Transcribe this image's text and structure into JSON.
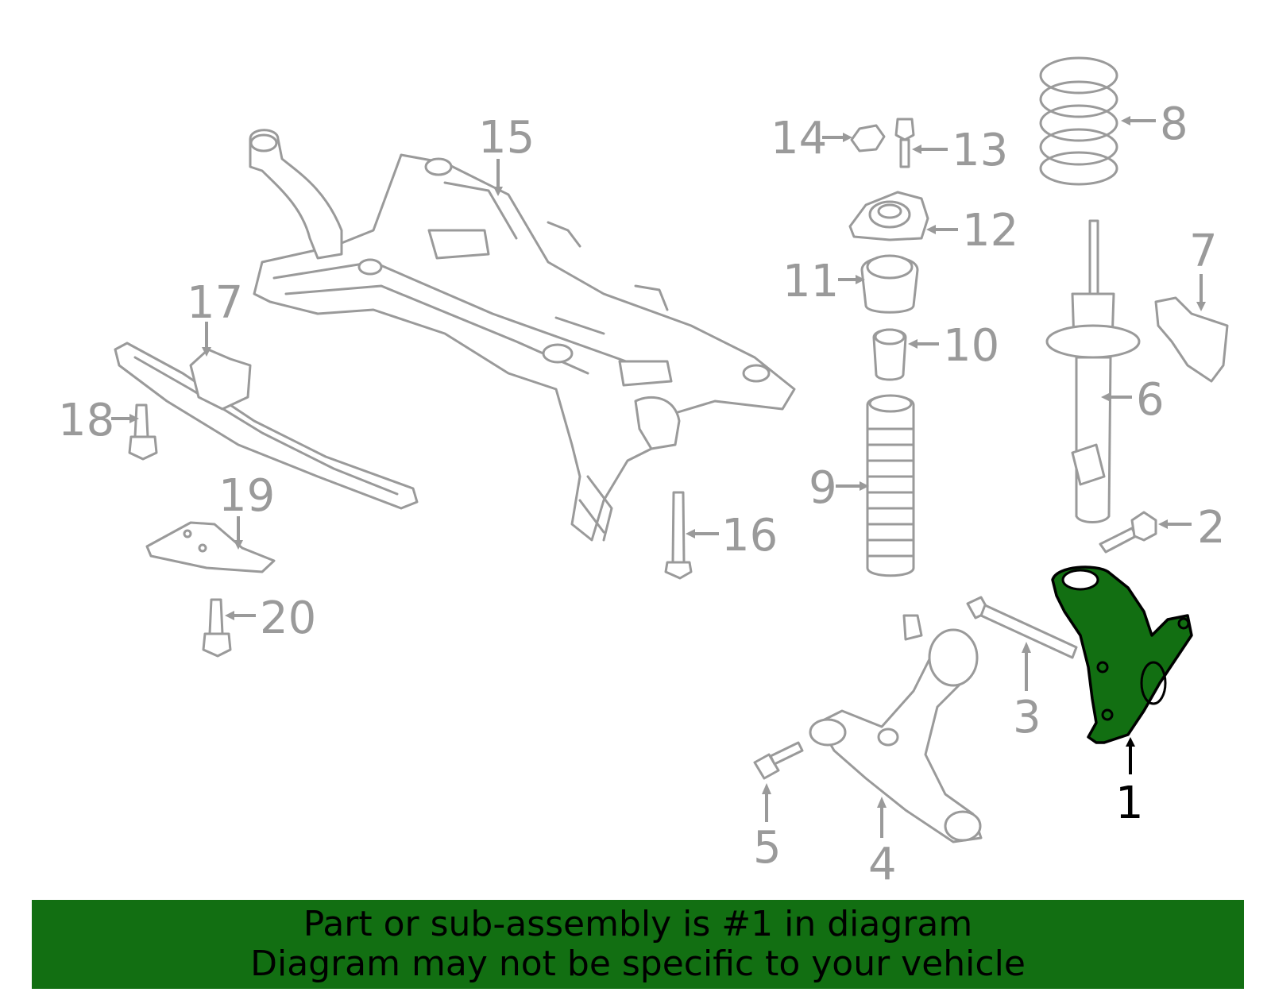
{
  "callouts": [
    {
      "id": "1",
      "label": "1",
      "highlighted": true
    },
    {
      "id": "2",
      "label": "2"
    },
    {
      "id": "3",
      "label": "3"
    },
    {
      "id": "4",
      "label": "4"
    },
    {
      "id": "5",
      "label": "5"
    },
    {
      "id": "6",
      "label": "6"
    },
    {
      "id": "7",
      "label": "7"
    },
    {
      "id": "8",
      "label": "8"
    },
    {
      "id": "9",
      "label": "9"
    },
    {
      "id": "10",
      "label": "10"
    },
    {
      "id": "11",
      "label": "11"
    },
    {
      "id": "12",
      "label": "12"
    },
    {
      "id": "13",
      "label": "13"
    },
    {
      "id": "14",
      "label": "14"
    },
    {
      "id": "15",
      "label": "15"
    },
    {
      "id": "16",
      "label": "16"
    },
    {
      "id": "17",
      "label": "17"
    },
    {
      "id": "18",
      "label": "18"
    },
    {
      "id": "19",
      "label": "19"
    },
    {
      "id": "20",
      "label": "20"
    }
  ],
  "banner": {
    "line1": "Part or sub-assembly is #1 in diagram",
    "line2": "Diagram may not be specific to your vehicle"
  },
  "colors": {
    "banner_bg": "#126f12",
    "highlight_part": "#126f12",
    "line_art": "#9a9a9a"
  }
}
